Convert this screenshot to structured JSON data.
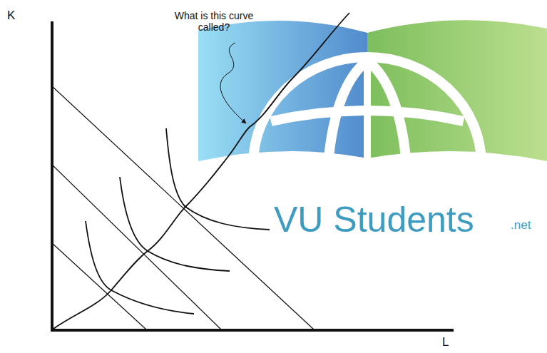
{
  "diagram": {
    "labels": [
      "K",
      "What is this curve called?",
      "VU Students",
      ".net",
      "L"
    ]
  }
}
